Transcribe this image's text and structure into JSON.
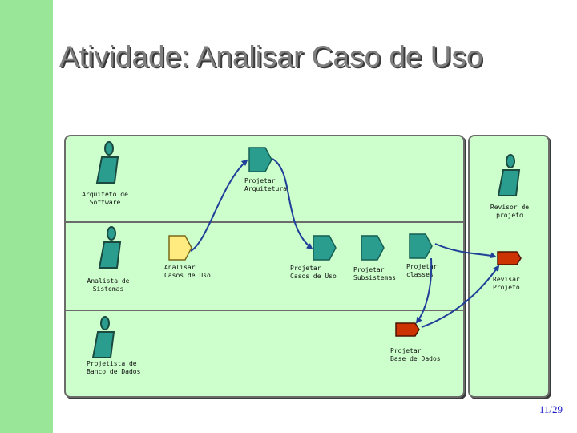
{
  "slide": {
    "title": "Atividade: Analisar Caso de Uso",
    "page_number": "11/29"
  },
  "roles": [
    {
      "id": "arquiteto",
      "label": "Arquiteto de\nSoftware"
    },
    {
      "id": "analista",
      "label": "Analista de\nSistemas"
    },
    {
      "id": "projetista",
      "label": "Projetista de\nBanco de Dados"
    },
    {
      "id": "revisor",
      "label": "Revisor de\nprojeto"
    }
  ],
  "activities": [
    {
      "id": "projetar-arquitetura",
      "label": "Projetar\nArquitetura"
    },
    {
      "id": "analisar-casos-de-uso",
      "label": "Analisar\nCasos de Uso"
    },
    {
      "id": "projetar-casos-de-uso",
      "label": "Projetar\nCasos de Uso"
    },
    {
      "id": "projetar-subsistemas",
      "label": "Projetar\nSubsistemas"
    },
    {
      "id": "projetar-classes",
      "label": "Projetar\nclasses"
    },
    {
      "id": "revisar-projeto",
      "label": "Revisar\nProjeto"
    },
    {
      "id": "projetar-base-de-dados",
      "label": "Projetar\nBase de Dados"
    }
  ],
  "colors": {
    "sidebar": "#99e699",
    "panel_fill": "#ccffcc",
    "activity_teal": "#2a9d8f",
    "activity_highlight": "#ffeb80",
    "activity_red": "#cc3300",
    "arrow": "#1f3f99"
  }
}
